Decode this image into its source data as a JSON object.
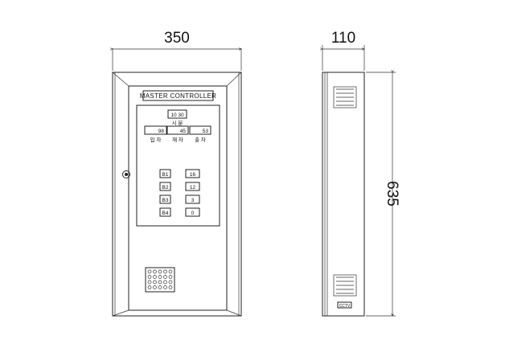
{
  "dimensions": {
    "front_width": "350",
    "side_depth": "110",
    "height": "635"
  },
  "panel": {
    "title": "MASTER CONTROLLER",
    "clock_display": "10 30",
    "clock_label": "시 분",
    "counters": [
      {
        "value": "98",
        "label": "입 차"
      },
      {
        "value": "45",
        "label": "재 차"
      },
      {
        "value": "53",
        "label": "출 차"
      }
    ],
    "floors": [
      {
        "level": "B1",
        "count": "16"
      },
      {
        "level": "B2",
        "count": "12"
      },
      {
        "level": "B3",
        "count": "3"
      },
      {
        "level": "B4",
        "count": "0"
      }
    ]
  },
  "side": {
    "badge": "CCTV"
  },
  "colors": {
    "line": "#222222",
    "panel_fill": "#ffffff"
  }
}
